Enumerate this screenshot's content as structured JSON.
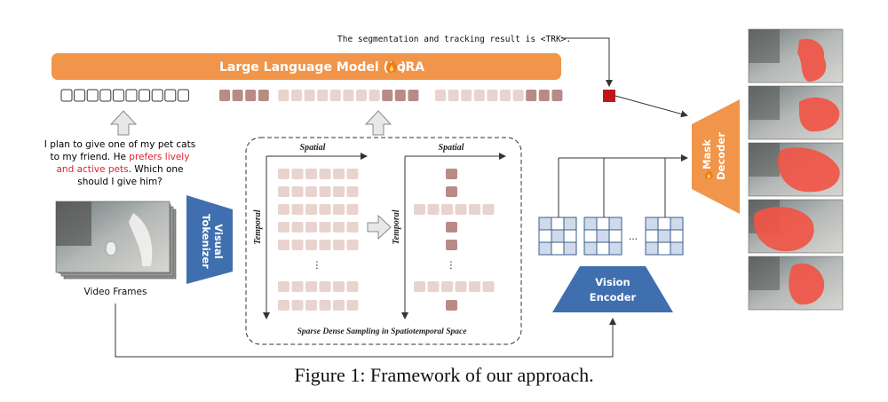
{
  "llm": {
    "title": "Large Language Model (LoRA"
  },
  "result_text": "The segmentation and tracking result is <TRK>.",
  "prompt": {
    "line1": "I plan to give one of my pet cats",
    "line2_a": "to my friend. He ",
    "line2_b": "prefers lively",
    "line3_a": "and active pets",
    "line3_b": ". Which one",
    "line4": "should I give him?"
  },
  "video_frames_label": "Video Frames",
  "visual_tokenizer": {
    "line1": "Visual",
    "line2": "Tokenizer"
  },
  "sampling": {
    "spatial_label": "Spatial",
    "temporal_label": "Temporal",
    "caption": "Sparse Dense Sampling in Spatiotemporal Space"
  },
  "vision_encoder": {
    "line1": "Vision",
    "line2": "Encoder"
  },
  "mask_decoder": {
    "line1": "Mask",
    "line2": "Decoder"
  },
  "ellipsis": "...",
  "figure_caption": "Figure 1: Framework of our approach.",
  "colors": {
    "orange": "#f0954a",
    "blue": "#3f6fae",
    "token_dark": "#b98b86",
    "token_light": "#e8d3cf",
    "trk_red": "#c0181a",
    "mask_red": "#f05545",
    "prompt_red": "#e0202a"
  },
  "icons": [
    "fire-icon",
    "gray-up-arrow-icon",
    "gray-right-arrow-icon"
  ]
}
